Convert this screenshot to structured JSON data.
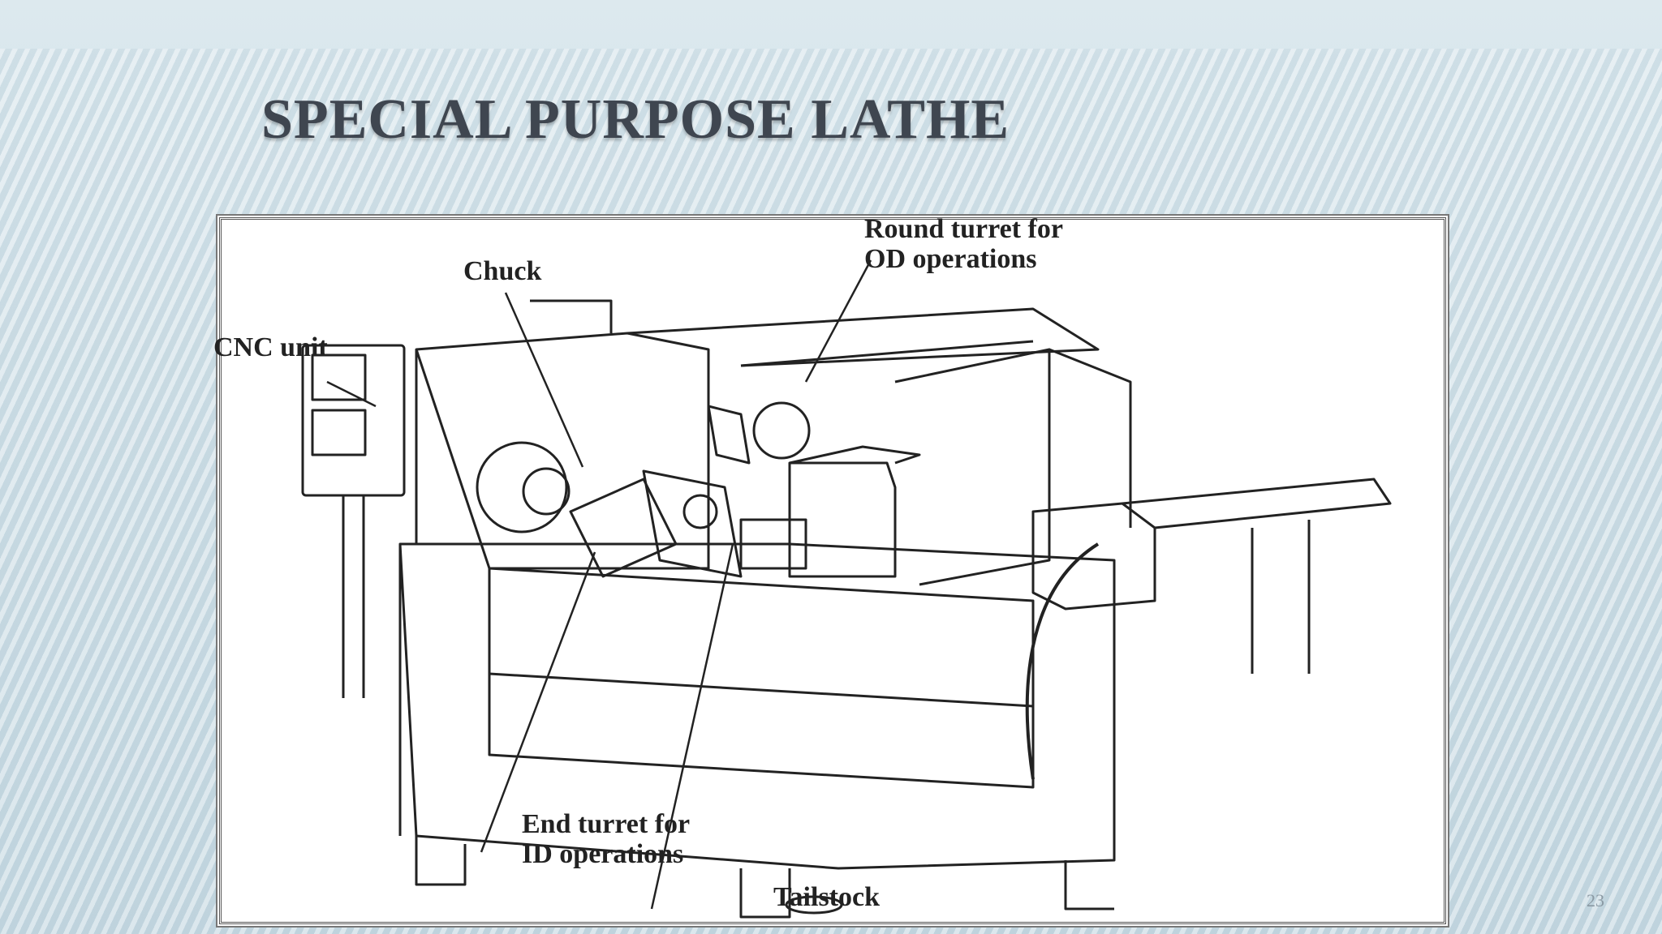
{
  "slide": {
    "title": "SPECIAL PURPOSE LATHE",
    "page_number": "23"
  },
  "diagram": {
    "labels": {
      "cnc_unit": "CNC unit",
      "chuck": "Chuck",
      "round_turret": "Round turret for\nOD operations",
      "end_turret": "End turret for\nID operations",
      "tailstock": "Tailstock"
    }
  },
  "colors": {
    "title": "#3f4650",
    "line_art": "#222222",
    "background": "#d3e2e9"
  }
}
